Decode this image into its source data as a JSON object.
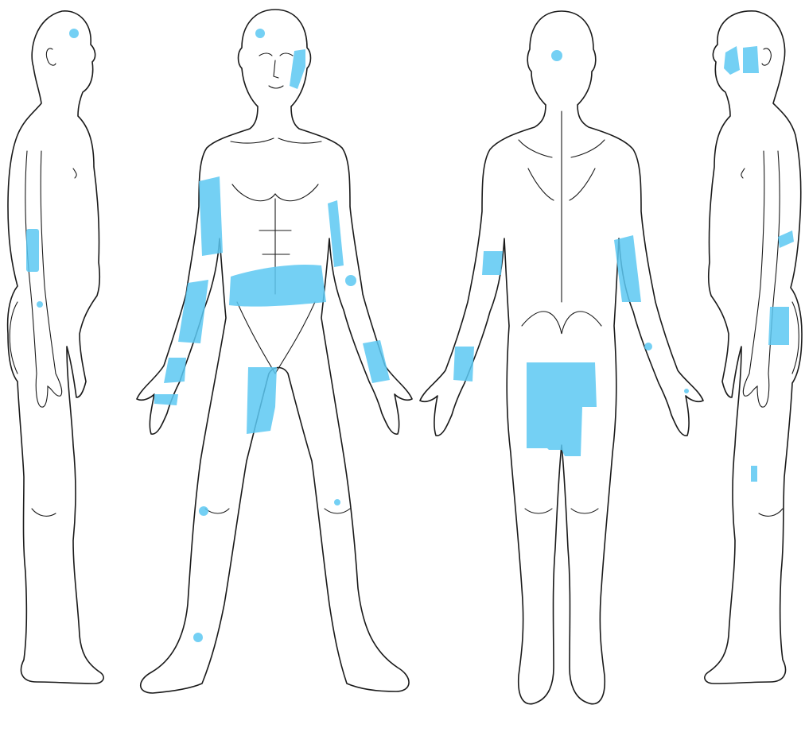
{
  "colors": {
    "background": "#ffffff",
    "outline": "#1a1a1a",
    "mark": "#5cc8f2",
    "mark_light": "#8fd6f3"
  },
  "views": [
    {
      "id": "left-side-view",
      "label": ""
    },
    {
      "id": "front-view",
      "label": ""
    },
    {
      "id": "back-view",
      "label": ""
    },
    {
      "id": "right-side-view",
      "label": ""
    }
  ]
}
